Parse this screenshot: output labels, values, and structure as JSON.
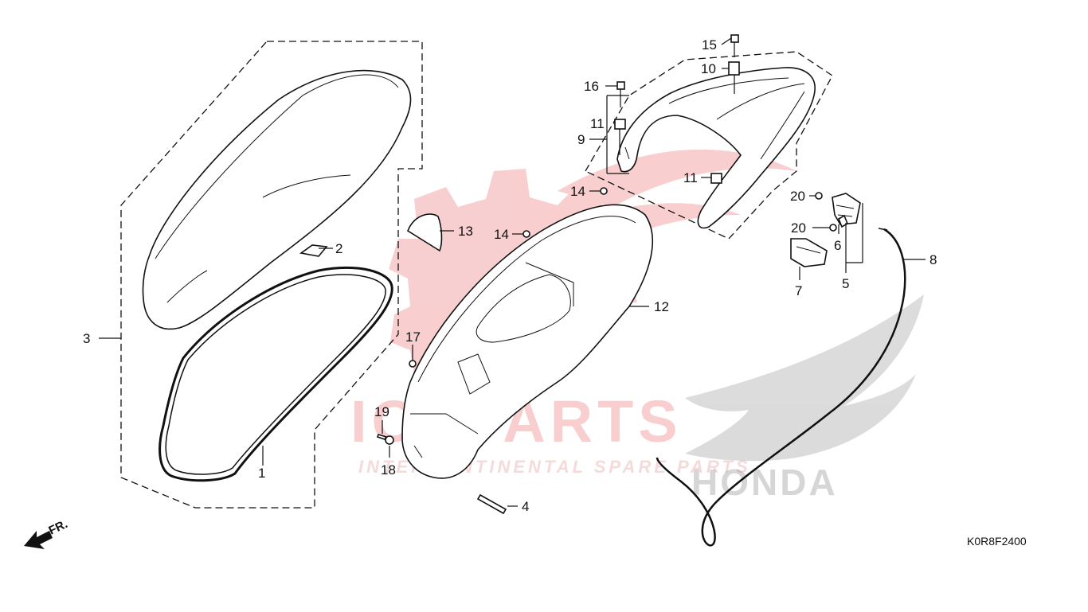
{
  "diagram": {
    "code": "K0R8F2400",
    "direction_label": "FR.",
    "watermark": {
      "brand": "ICSPARTS",
      "tagline": "INTERCONTINENTAL SPARE PARTS",
      "logo_text": "HONDA"
    },
    "callouts": [
      {
        "id": "c1",
        "label": "1"
      },
      {
        "id": "c2",
        "label": "2"
      },
      {
        "id": "c3",
        "label": "3"
      },
      {
        "id": "c4",
        "label": "4"
      },
      {
        "id": "c5",
        "label": "5"
      },
      {
        "id": "c6",
        "label": "6"
      },
      {
        "id": "c7",
        "label": "7"
      },
      {
        "id": "c8",
        "label": "8"
      },
      {
        "id": "c9",
        "label": "9"
      },
      {
        "id": "c10",
        "label": "10"
      },
      {
        "id": "c11a",
        "label": "11"
      },
      {
        "id": "c11b",
        "label": "11"
      },
      {
        "id": "c12",
        "label": "12"
      },
      {
        "id": "c13",
        "label": "13"
      },
      {
        "id": "c14a",
        "label": "14"
      },
      {
        "id": "c14b",
        "label": "14"
      },
      {
        "id": "c15",
        "label": "15"
      },
      {
        "id": "c16",
        "label": "16"
      },
      {
        "id": "c17",
        "label": "17"
      },
      {
        "id": "c18",
        "label": "18"
      },
      {
        "id": "c19",
        "label": "19"
      },
      {
        "id": "c20a",
        "label": "20"
      },
      {
        "id": "c20b",
        "label": "20"
      }
    ]
  }
}
